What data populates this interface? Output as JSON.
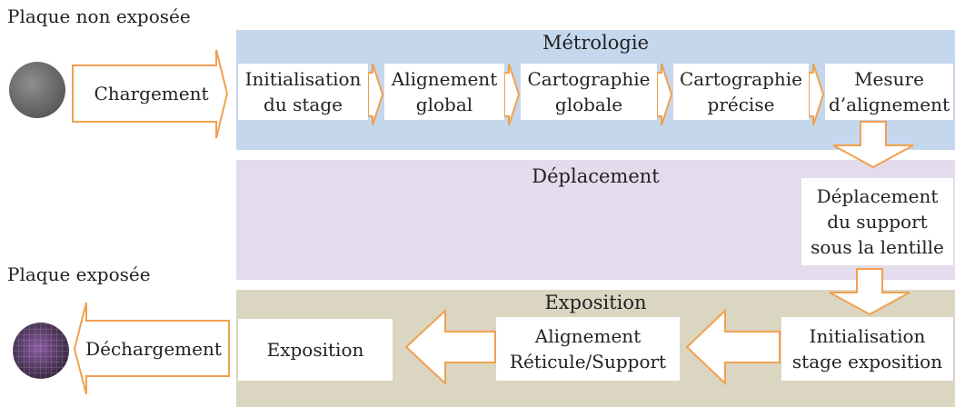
{
  "labels": {
    "unexposed": "Plaque non exposée",
    "exposed": "Plaque exposée",
    "loading": "Chargement",
    "unloading": "Déchargement"
  },
  "bands": {
    "metrology": "Métrologie",
    "movement": "Déplacement",
    "exposure": "Exposition"
  },
  "metrology_steps": [
    "Initialisation\ndu stage",
    "Alignement\nglobal",
    "Cartographie\nglobale",
    "Cartographie\nprécise",
    "Mesure\nd’alignement"
  ],
  "movement_step": "Déplacement\ndu support\nsous la lentille",
  "exposure_steps": [
    "Initialisation\nstage exposition",
    "Alignement\nRéticule/Support",
    "Exposition"
  ],
  "colors": {
    "metrology_band": "#c5d7ed",
    "movement_band": "#e4dcec",
    "exposure_band": "#dbd6c2",
    "arrow": "#f0a050"
  }
}
